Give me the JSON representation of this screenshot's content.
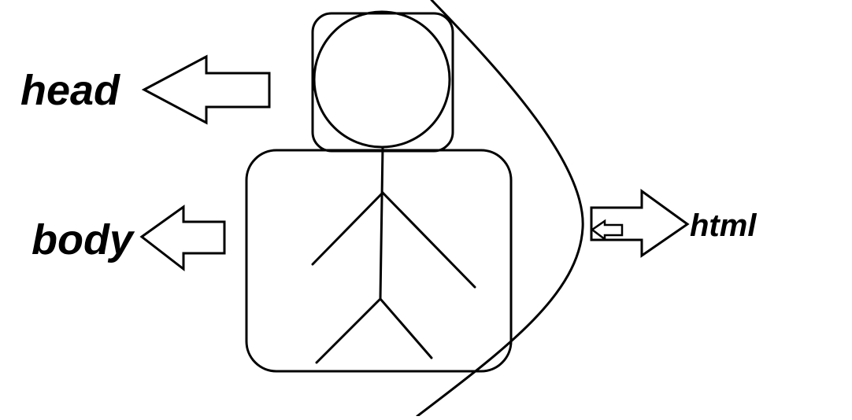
{
  "labels": {
    "head": "head",
    "body": "body",
    "html": "html"
  },
  "colors": {
    "stroke": "#000000",
    "background": "#ffffff"
  }
}
